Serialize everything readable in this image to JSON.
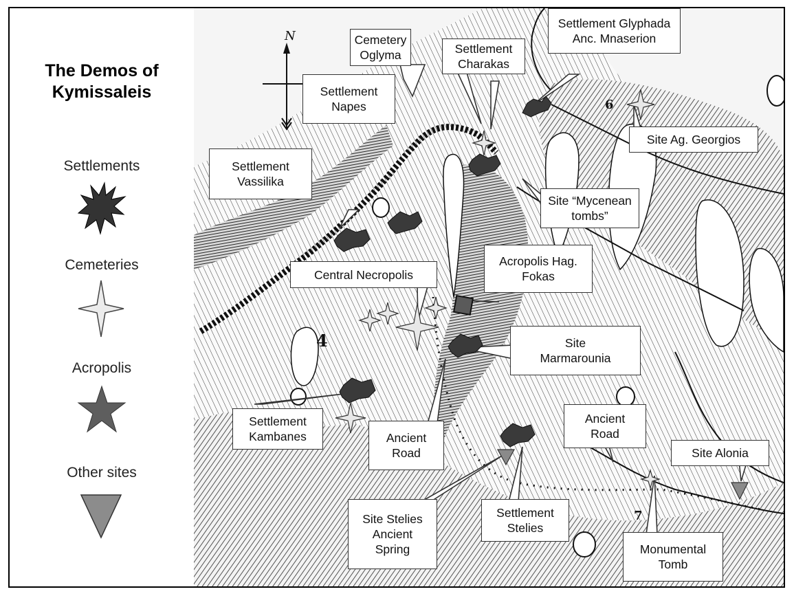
{
  "legend": {
    "title": "The Demos of\nKymissaleis",
    "items": [
      {
        "label": "Settlements",
        "icon": "burst-icon"
      },
      {
        "label": "Cemeteries",
        "icon": "four-point-star-icon"
      },
      {
        "label": "Acropolis",
        "icon": "star-icon"
      },
      {
        "label": "Other sites",
        "icon": "triangle-down-icon"
      }
    ]
  },
  "map": {
    "north_label": "N",
    "contour_numbers": [
      "6",
      "4",
      "7"
    ],
    "callouts": {
      "cemetery_oglyma": "Cemetery\nOglyma",
      "settlement_charakas": "Settlement\nCharakas",
      "settlement_glyphada": "Settlement Glyphada\nAnc. Mnaserion",
      "settlement_napes": "Settlement\nNapes",
      "site_ag_georgios": "Site Ag. Georgios",
      "settlement_vassilika": "Settlement\nVassilika",
      "site_mycenean_tombs": "Site “Mycenean\ntombs”",
      "acropolis_hag_fokas": "Acropolis Hag.\nFokas",
      "central_necropolis": "Central Necropolis",
      "site_marmarounia": "Site\nMarmarounia",
      "settlement_kambanes": "Settlement\nKambanes",
      "ancient_road_1": "Ancient\nRoad",
      "ancient_road_2": "Ancient\nRoad",
      "site_alonia": "Site Alonia",
      "site_stelies": "Site Stelies\nAncient\nSpring",
      "settlement_stelies": "Settlement\nStelies",
      "monumental_tomb": "Monumental\nTomb"
    }
  },
  "colors": {
    "settlement": "#3a3a3a",
    "cemetery": "#e6e6e6",
    "acropolis": "#5c5c5c",
    "other_site": "#8a8a8a",
    "map_ink": "#222222",
    "paper": "#f4f4f4"
  }
}
